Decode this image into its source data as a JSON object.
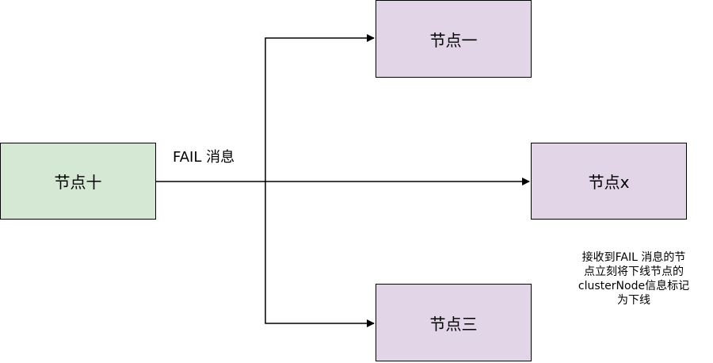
{
  "colors": {
    "source_fill": "#d5e8d4",
    "target_fill": "#e1d5e7",
    "line": "#000000"
  },
  "nodes": {
    "source": "节点十",
    "node1": "节点一",
    "nodex": "节点x",
    "node3": "节点三"
  },
  "edge_label": "FAIL 消息",
  "note_lines": [
    "接收到FAIL 消息的节",
    "点立刻将下线节点的",
    "clusterNode信息标记",
    "为下线"
  ]
}
